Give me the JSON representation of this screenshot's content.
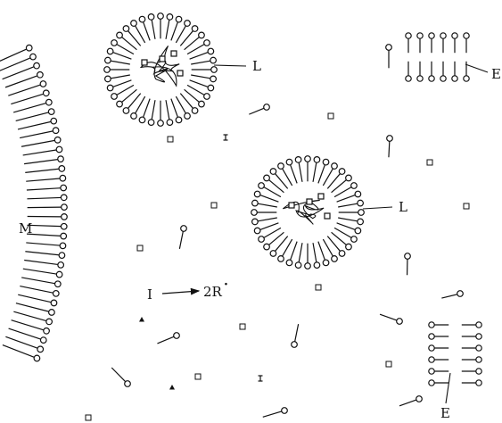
{
  "labels": {
    "membrane": "M",
    "liposome_top": "L",
    "liposome_mid": "L",
    "emulsion_top": "E",
    "emulsion_bottom": "E",
    "initiator": "I",
    "radicals": "2R",
    "radical_dot": "·"
  },
  "colors": {
    "ink": "#111111",
    "background": "#ffffff"
  }
}
